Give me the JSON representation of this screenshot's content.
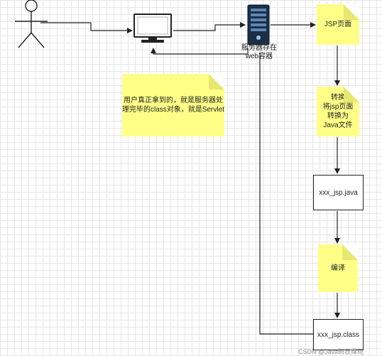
{
  "nodes": {
    "jsp_page": "JSP页面",
    "server_label_line1": "服务器存在",
    "server_label_line2": "web容器",
    "convert_note": [
      "转换",
      "将jsp页面",
      "转换为",
      "Java文件"
    ],
    "java_file": "xxx_jsp.java",
    "compile_note": "编译",
    "class_file": "xxx_jsp.class",
    "servlet_note": [
      "用户真正拿到的，就是服务器处",
      "理完毕的class对象，就是Servlet"
    ]
  },
  "watermark": "CSDN @Java码农探花",
  "colors": {
    "note_fill": "#ffff88",
    "line": "#222222",
    "server": "#1b2f46"
  },
  "icons": [
    "user-actor-icon",
    "computer-icon",
    "server-icon"
  ]
}
